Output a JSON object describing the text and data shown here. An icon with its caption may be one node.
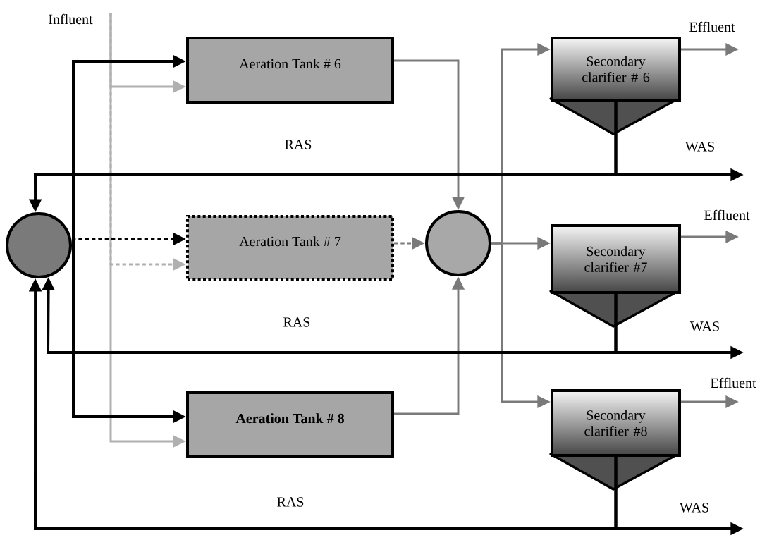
{
  "diagram": {
    "nodes": [
      {
        "text": [
          "Influent"
        ]
      },
      {
        "text": [
          "Aeration Tank # 6"
        ]
      },
      {
        "text": [
          "Aeration Tank # 7"
        ]
      },
      {
        "text": [
          "Aeration Tank # 8"
        ]
      },
      {
        "text": [],
        "shape": "circle"
      },
      {
        "text": [],
        "shape": "circle"
      },
      {
        "text": [
          "Secondary clarifier # 6"
        ]
      },
      {
        "text": [
          "Secondary clarifier #7"
        ]
      },
      {
        "text": [
          "Secondary clarifier #8"
        ]
      }
    ],
    "edges": [
      {
        "from": 0,
        "to": 1,
        "arrow": "to",
        "color": "#b0b0b0"
      },
      {
        "from": 0,
        "to": 2,
        "arrow": "to",
        "color": "#b0b0b0",
        "style": "dashed"
      },
      {
        "from": 0,
        "to": 3,
        "arrow": "to",
        "color": "#b0b0b0"
      },
      {
        "from": 4,
        "to": 1,
        "arrow": "to"
      },
      {
        "from": 4,
        "to": 2,
        "arrow": "to",
        "style": "dashed"
      },
      {
        "from": 4,
        "to": 3,
        "arrow": "to"
      },
      {
        "from": 1,
        "to": 5,
        "arrow": "to",
        "color": "#7a7a7a"
      },
      {
        "from": 2,
        "to": 5,
        "arrow": "to",
        "color": "#7a7a7a",
        "style": "dashed"
      },
      {
        "from": 3,
        "to": 5,
        "arrow": "to",
        "color": "#7a7a7a"
      },
      {
        "from": 5,
        "to": 6,
        "arrow": "to",
        "color": "#7a7a7a"
      },
      {
        "from": 5,
        "to": 7,
        "arrow": "to",
        "color": "#7a7a7a"
      },
      {
        "from": 5,
        "to": 8,
        "arrow": "to",
        "color": "#7a7a7a"
      },
      {
        "from": 6,
        "to": null,
        "arrow": "to",
        "color": "#7a7a7a",
        "label": "Effluent"
      },
      {
        "from": 7,
        "to": null,
        "arrow": "to",
        "color": "#7a7a7a",
        "label": "Effluent"
      },
      {
        "from": 8,
        "to": null,
        "arrow": "to",
        "color": "#7a7a7a",
        "label": "Effluent"
      },
      {
        "from": 6,
        "to": null,
        "arrow": "to",
        "label": "WAS"
      },
      {
        "from": 6,
        "to": 4,
        "arrow": "to",
        "label": "RAS"
      },
      {
        "from": 7,
        "to": null,
        "arrow": "to",
        "label": "WAS"
      },
      {
        "from": 7,
        "to": 4,
        "arrow": "to",
        "label": "RAS"
      },
      {
        "from": 8,
        "to": null,
        "arrow": "to",
        "label": "WAS"
      },
      {
        "from": 8,
        "to": 4,
        "arrow": "to",
        "label": "RAS"
      }
    ]
  }
}
